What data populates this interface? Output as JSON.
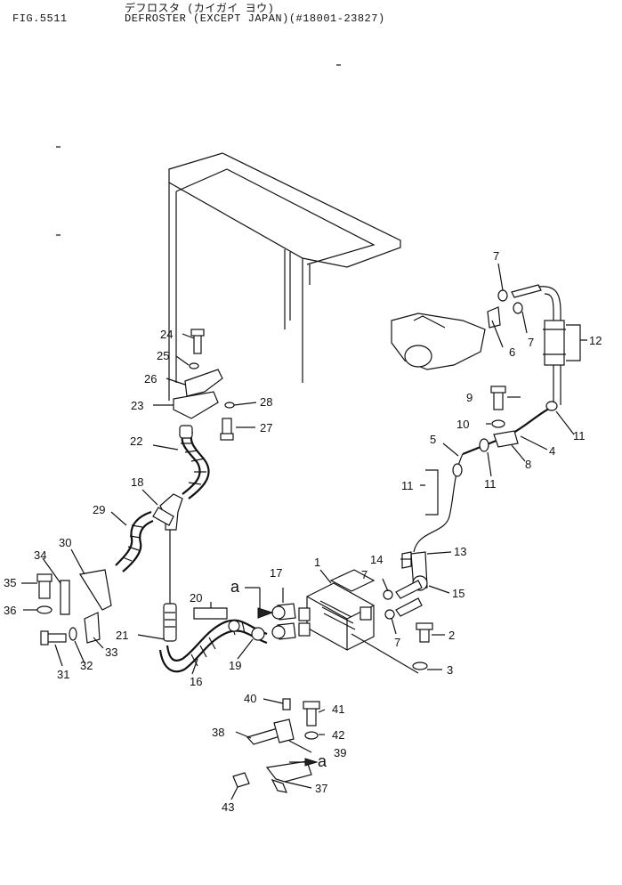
{
  "header": {
    "fig_number": "FIG.5511",
    "title_kana": "デフロスタ (カイガイ ヨウ)",
    "title_main": "DEFROSTER (EXCEPT JAPAN)(#18001-23827)"
  },
  "callouts": [
    {
      "id": "c1",
      "label": "1"
    },
    {
      "id": "c2",
      "label": "2"
    },
    {
      "id": "c3",
      "label": "3"
    },
    {
      "id": "c4",
      "label": "4"
    },
    {
      "id": "c5",
      "label": "5"
    },
    {
      "id": "c6",
      "label": "6"
    },
    {
      "id": "c7a",
      "label": "7"
    },
    {
      "id": "c7b",
      "label": "7"
    },
    {
      "id": "c7c",
      "label": "7"
    },
    {
      "id": "c7d",
      "label": "7"
    },
    {
      "id": "c8",
      "label": "8"
    },
    {
      "id": "c9",
      "label": "9"
    },
    {
      "id": "c10",
      "label": "10"
    },
    {
      "id": "c11a",
      "label": "11"
    },
    {
      "id": "c11b",
      "label": "11"
    },
    {
      "id": "c11c",
      "label": "11"
    },
    {
      "id": "c12",
      "label": "12"
    },
    {
      "id": "c13",
      "label": "13"
    },
    {
      "id": "c14",
      "label": "14"
    },
    {
      "id": "c15",
      "label": "15"
    },
    {
      "id": "c16",
      "label": "16"
    },
    {
      "id": "c17",
      "label": "17"
    },
    {
      "id": "c18",
      "label": "18"
    },
    {
      "id": "c19",
      "label": "19"
    },
    {
      "id": "c20",
      "label": "20"
    },
    {
      "id": "c21",
      "label": "21"
    },
    {
      "id": "c22",
      "label": "22"
    },
    {
      "id": "c23",
      "label": "23"
    },
    {
      "id": "c24",
      "label": "24"
    },
    {
      "id": "c25",
      "label": "25"
    },
    {
      "id": "c26",
      "label": "26"
    },
    {
      "id": "c27",
      "label": "27"
    },
    {
      "id": "c28",
      "label": "28"
    },
    {
      "id": "c29",
      "label": "29"
    },
    {
      "id": "c30",
      "label": "30"
    },
    {
      "id": "c31",
      "label": "31"
    },
    {
      "id": "c32",
      "label": "32"
    },
    {
      "id": "c33",
      "label": "33"
    },
    {
      "id": "c34",
      "label": "34"
    },
    {
      "id": "c35",
      "label": "35"
    },
    {
      "id": "c36",
      "label": "36"
    },
    {
      "id": "c37",
      "label": "37"
    },
    {
      "id": "c38",
      "label": "38"
    },
    {
      "id": "c39",
      "label": "39"
    },
    {
      "id": "c40",
      "label": "40"
    },
    {
      "id": "c41",
      "label": "41"
    },
    {
      "id": "c42",
      "label": "42"
    },
    {
      "id": "c43",
      "label": "43"
    }
  ],
  "connection_marks": [
    {
      "id": "ma",
      "label": "a"
    },
    {
      "id": "mb",
      "label": "a"
    }
  ]
}
